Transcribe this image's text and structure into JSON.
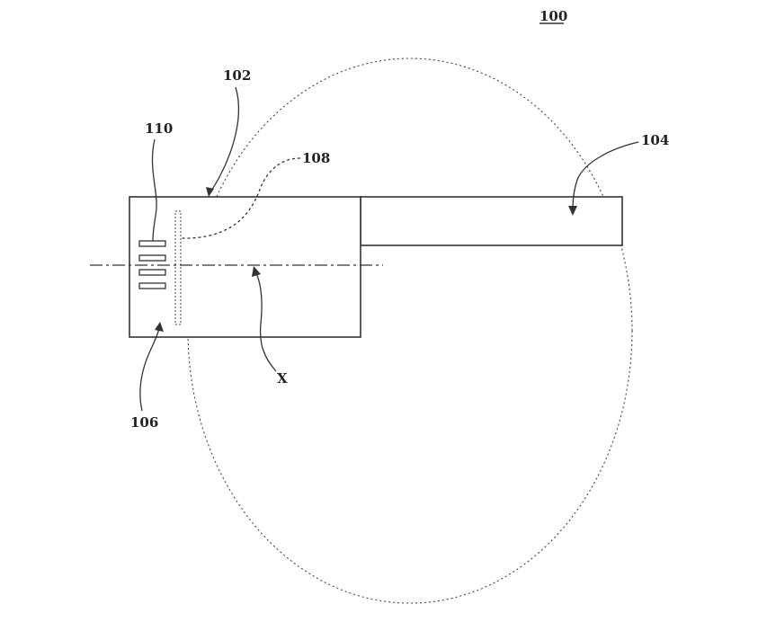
{
  "figure": {
    "number": "100",
    "labels": {
      "l102": "102",
      "l104": "104",
      "l106": "106",
      "l108": "108",
      "l110": "110",
      "axis_x": "X"
    }
  },
  "colors": {
    "line": "#333333",
    "background": "#ffffff"
  }
}
